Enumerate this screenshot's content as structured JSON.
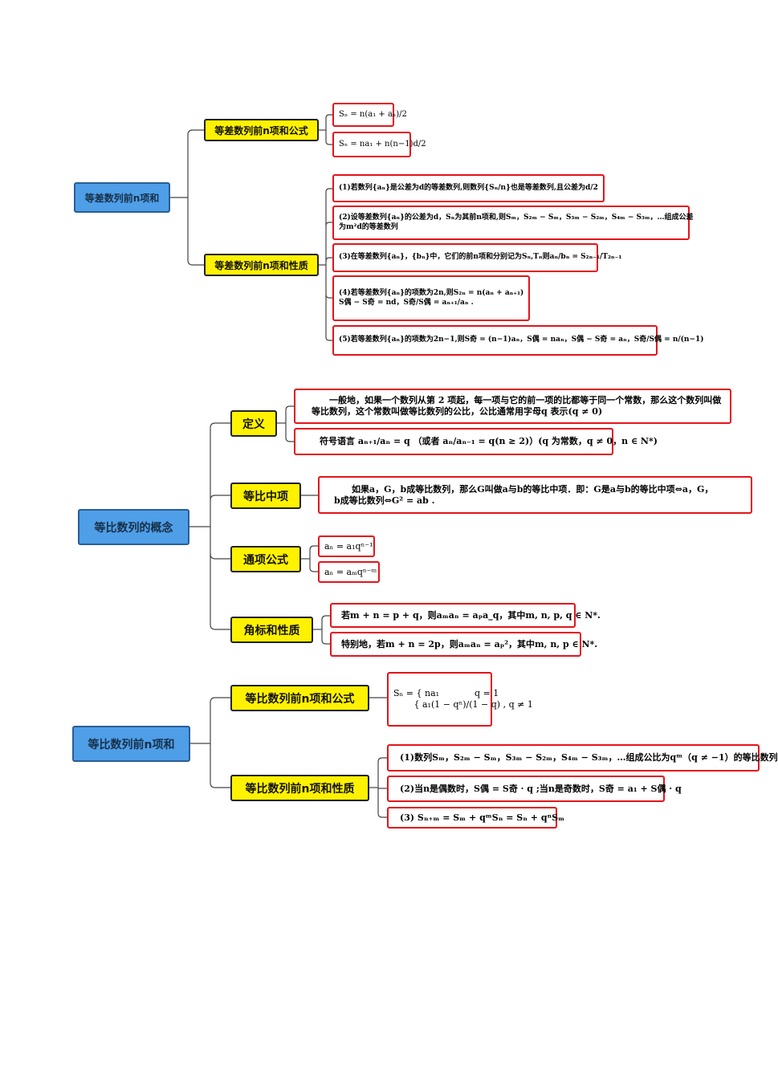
{
  "section1": {
    "root": "等差数列前n项和",
    "branches": {
      "formula": "等差数列前n项和公式",
      "properties": "等差数列前n项和性质"
    },
    "formulas": [
      "Sₙ = n(a₁ + aₙ)/2",
      "Sₙ = na₁ + n(n−1)d/2"
    ],
    "properties": [
      [
        "(1)若数列{aₙ}是公差为d的等差数列,则数列{Sₙ/n}也是等差数列,且公差为d/2"
      ],
      [
        "(2)设等差数列{aₙ}的公差为d，Sₙ为其前n项和,则Sₘ，S₂ₘ − Sₘ，S₃ₘ − S₂ₘ，S₄ₘ − S₃ₘ，…组成公差",
        "为m²d的等差数列"
      ],
      [
        "(3)在等差数列{aₙ}，{bₙ}中，它们的前n项和分别记为Sₙ,Tₙ则aₙ/bₙ = S₂ₙ₋₁/T₂ₙ₋₁"
      ],
      [
        "(4)若等差数列{aₙ}的项数为2n,则S₂ₙ = n(aₙ + aₙ₊₁)",
        "S偶 − S奇 = nd，S奇/S偶 = aₙ₊₁/aₙ ."
      ],
      [
        "(5)若等差数列{aₙ}的项数为2n−1,则S奇 = (n−1)aₙ，S偶 = naₙ，S偶 − S奇 = aₙ，S奇/S偶 = n/(n−1)"
      ]
    ]
  },
  "section2": {
    "root": "等比数列的概念",
    "branches": {
      "definition": "定义",
      "mean": "等比中项",
      "general_term": "通项公式",
      "index_property": "角标和性质"
    },
    "definition": [
      [
        "一般地，如果一个数列从第 2 项起，每一项与它的前一项的比都等于同一个常数，那么这个数列叫做",
        "等比数列，这个常数叫做等比数列的公比，公比通常用字母q 表示(q ≠ 0)"
      ],
      [
        "符号语言 aₙ₊₁/aₙ = q （或者 aₙ/aₙ₋₁ = q(n ≥ 2)）(q 为常数，q ≠ 0，n ∈ N*)"
      ]
    ],
    "mean": [
      "如果a，G，b成等比数列，那么G叫做a与b的等比中项．即：G是a与b的等比中项⇔a，G，",
      "b成等比数列⇔G² = ab ."
    ],
    "general_term": [
      "aₙ = a₁qⁿ⁻¹",
      "aₙ = aₘqⁿ⁻ᵐ"
    ],
    "index_property": [
      "若m + n = p + q，则aₘaₙ = aₚa_q，其中m, n, p, q ∈ N*.",
      "特别地，若m + n = 2p，则aₘaₙ = aₚ²，其中m, n, p ∈ N*."
    ]
  },
  "section3": {
    "root": "等比数列前n项和",
    "branches": {
      "formula": "等比数列前n项和公式",
      "properties": "等比数列前n项和性质"
    },
    "formula": [
      "Sₙ = { na₁　　　　q = 1",
      "　　 { a₁(1 − qⁿ)/(1 − q) , q ≠ 1"
    ],
    "properties": [
      "(1)数列Sₘ，S₂ₘ − Sₘ，S₃ₘ − S₂ₘ，S₄ₘ − S₃ₘ，…组成公比为qᵐ（q ≠ −1）的等比数列",
      "(2)当n是偶数时，S偶 = S奇 · q ;当n是奇数时，S奇 = a₁ + S偶 · q",
      "(3) Sₙ₊ₘ = Sₘ + qᵐSₙ = Sₙ + qⁿSₘ"
    ]
  },
  "colors": {
    "root_fill": "#4f9ee8",
    "branch_fill": "#fff200",
    "leaf_border": "#e3141b",
    "connector": "#444444"
  }
}
